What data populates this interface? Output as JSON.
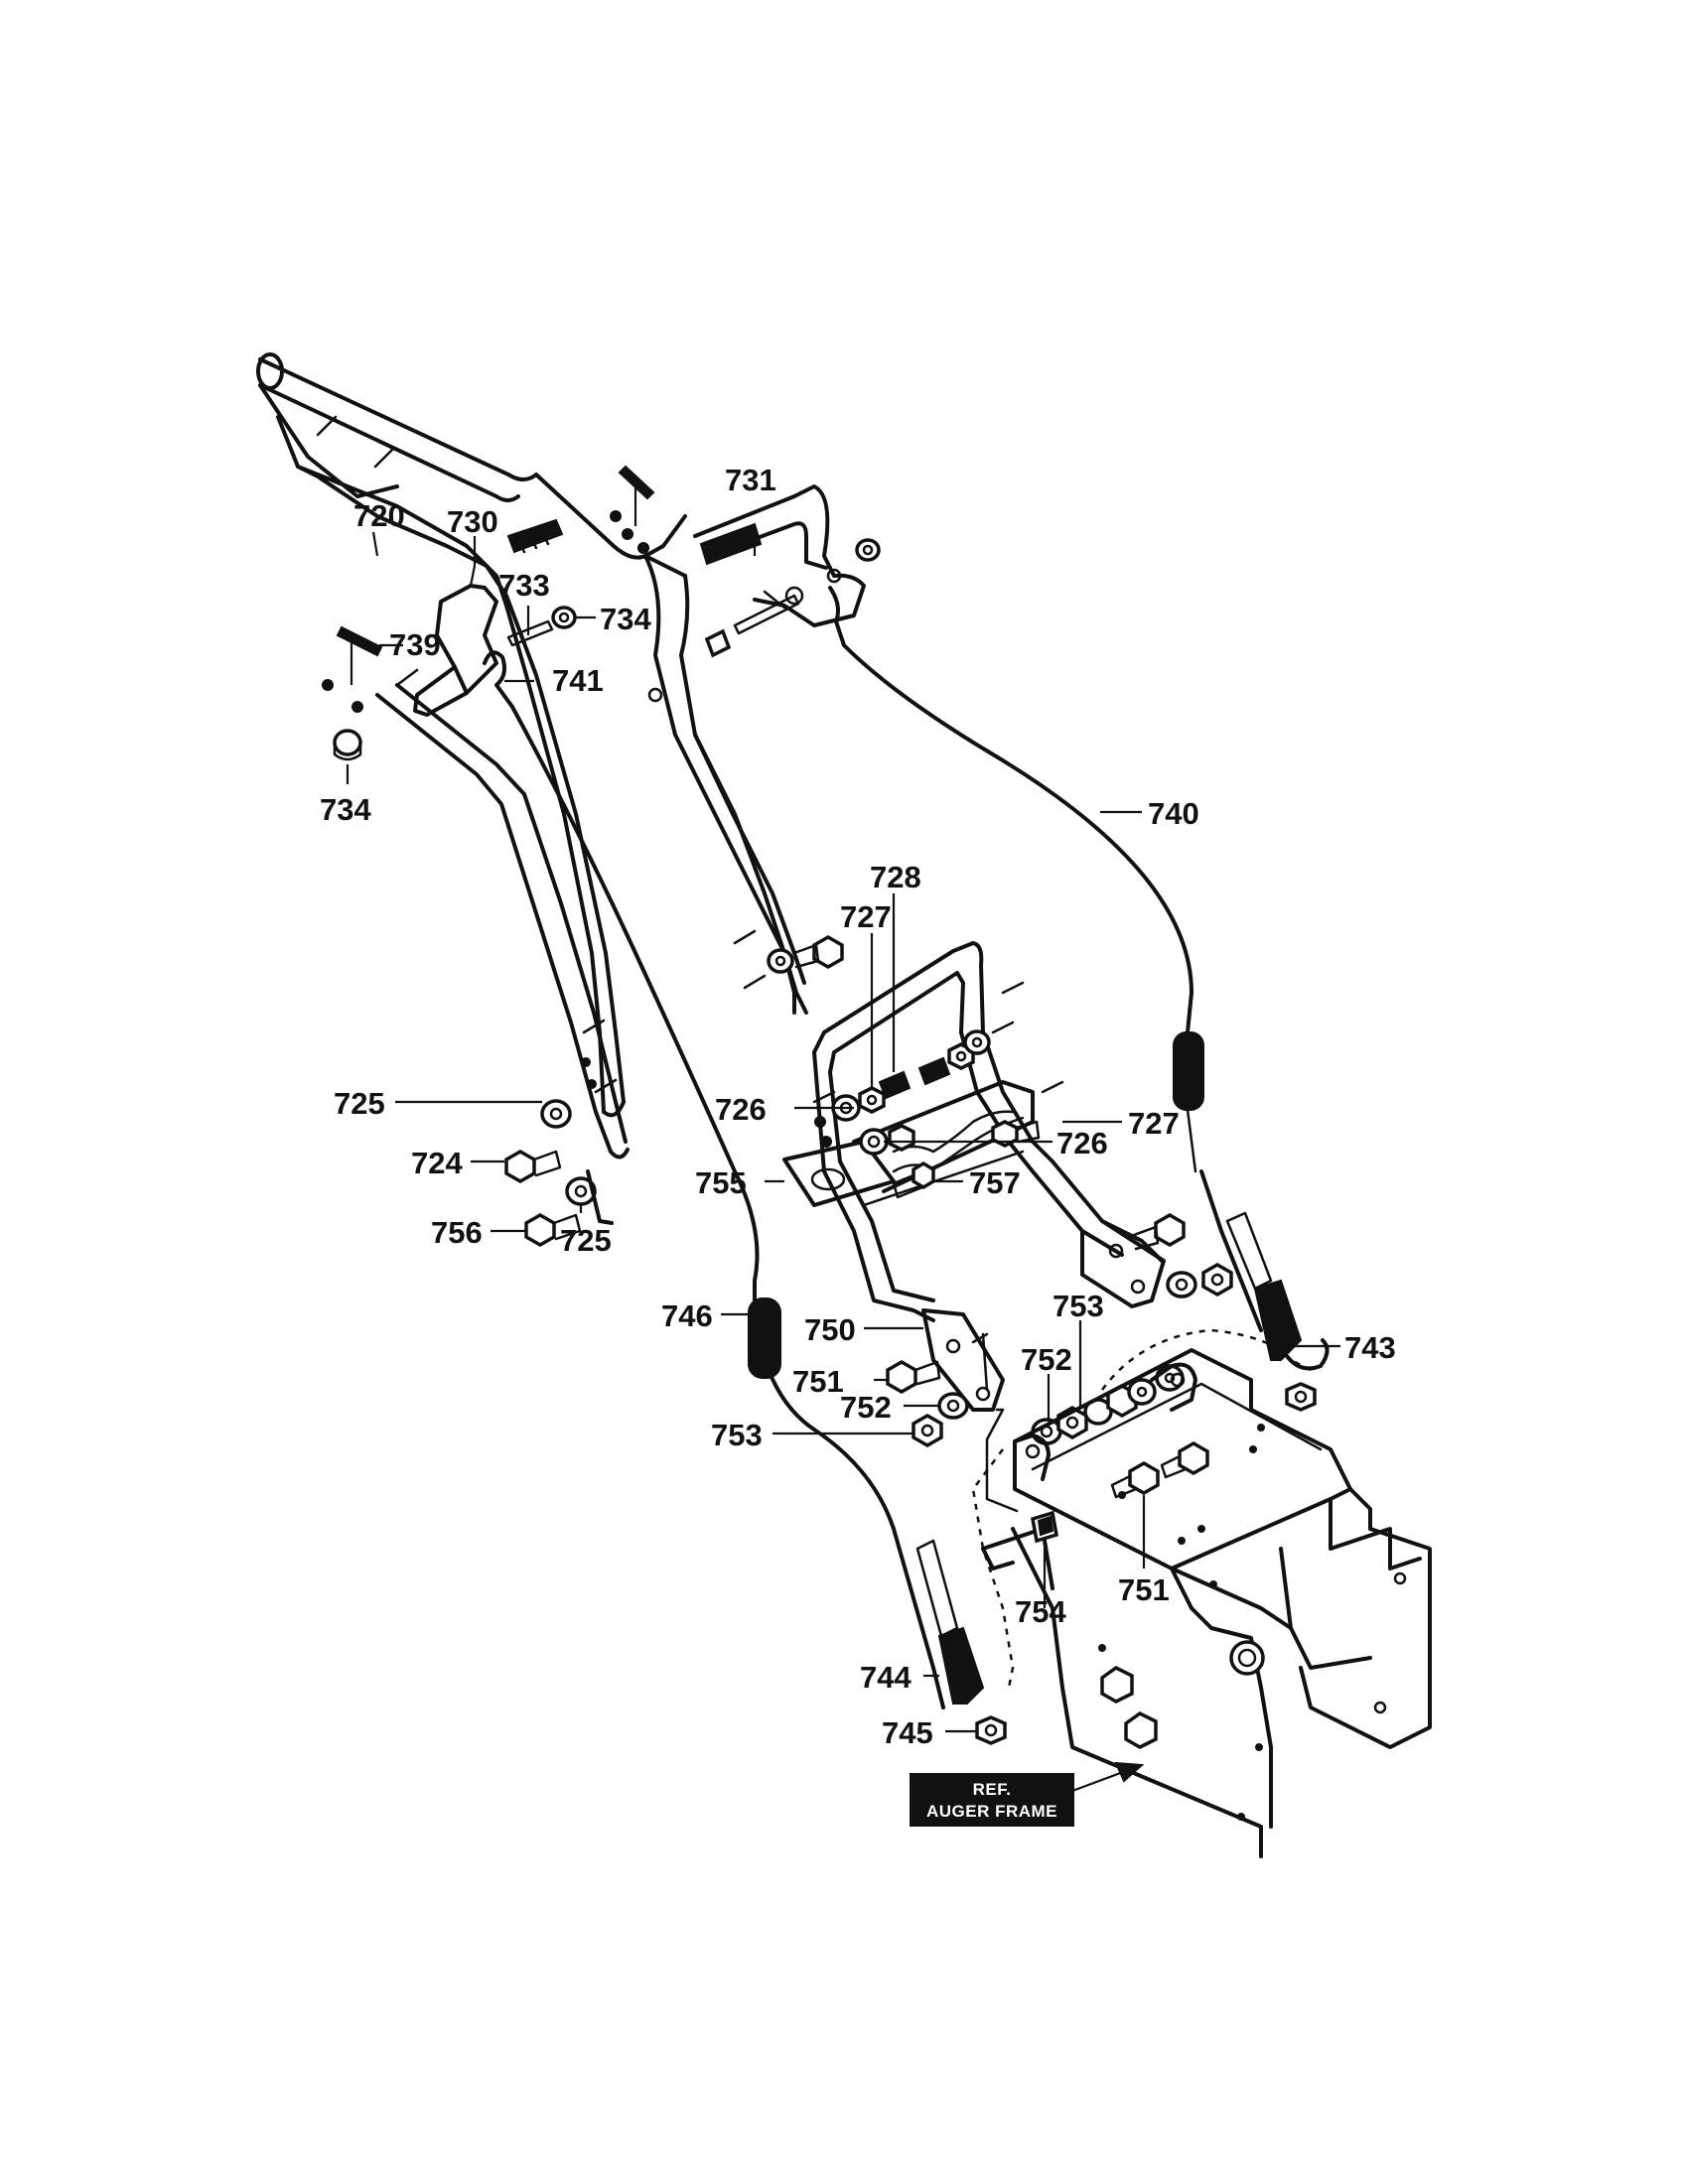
{
  "callouts": [
    {
      "id": "720",
      "text": "720"
    },
    {
      "id": "730",
      "text": "730"
    },
    {
      "id": "731",
      "text": "731"
    },
    {
      "id": "733",
      "text": "733"
    },
    {
      "id": "734a",
      "text": "734"
    },
    {
      "id": "739",
      "text": "739"
    },
    {
      "id": "741",
      "text": "741"
    },
    {
      "id": "734b",
      "text": "734"
    },
    {
      "id": "740",
      "text": "740"
    },
    {
      "id": "728",
      "text": "728"
    },
    {
      "id": "727a",
      "text": "727"
    },
    {
      "id": "726a",
      "text": "726"
    },
    {
      "id": "727b",
      "text": "727"
    },
    {
      "id": "726b",
      "text": "726"
    },
    {
      "id": "755",
      "text": "755"
    },
    {
      "id": "757",
      "text": "757"
    },
    {
      "id": "725a",
      "text": "725"
    },
    {
      "id": "724",
      "text": "724"
    },
    {
      "id": "756",
      "text": "756"
    },
    {
      "id": "725b",
      "text": "725"
    },
    {
      "id": "746",
      "text": "746"
    },
    {
      "id": "750",
      "text": "750"
    },
    {
      "id": "753a",
      "text": "753"
    },
    {
      "id": "743",
      "text": "743"
    },
    {
      "id": "752a",
      "text": "752"
    },
    {
      "id": "751a",
      "text": "751"
    },
    {
      "id": "752b",
      "text": "752"
    },
    {
      "id": "753b",
      "text": "753"
    },
    {
      "id": "754",
      "text": "754"
    },
    {
      "id": "751b",
      "text": "751"
    },
    {
      "id": "744",
      "text": "744"
    },
    {
      "id": "745",
      "text": "745"
    }
  ],
  "reference_box": {
    "line1": "REF.",
    "line2": "AUGER FRAME"
  }
}
